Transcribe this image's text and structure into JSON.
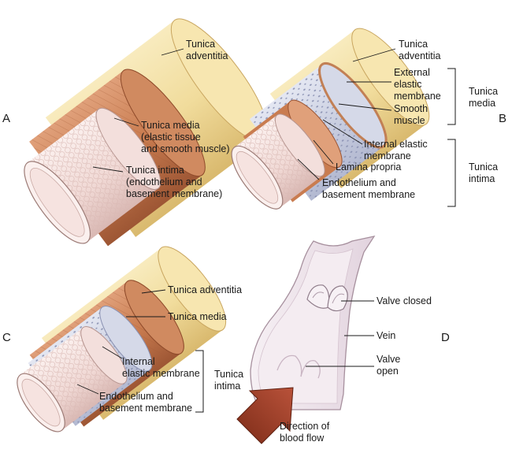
{
  "panels": {
    "a": {
      "letter": "A",
      "adventitia": [
        "Tunica",
        "adventitia"
      ],
      "media": [
        "Tunica media",
        "(elastic tissue",
        "and smooth muscle)"
      ],
      "intima": [
        "Tunica intima",
        "(endothelium and",
        "basement membrane)"
      ]
    },
    "b": {
      "letter": "B",
      "adventitia": [
        "Tunica",
        "adventitia"
      ],
      "external_elastic": [
        "External",
        "elastic",
        "membrane"
      ],
      "smooth_muscle": [
        "Smooth",
        "muscle"
      ],
      "internal_elastic": [
        "Internal elastic",
        "membrane"
      ],
      "lamina_propria": [
        "Lamina propria"
      ],
      "endothelium": [
        "Endothelium and",
        "basement membrane"
      ],
      "group_media": [
        "Tunica",
        "media"
      ],
      "group_intima": [
        "Tunica",
        "intima"
      ]
    },
    "c": {
      "letter": "C",
      "adventitia": [
        "Tunica adventitia"
      ],
      "media": [
        "Tunica media"
      ],
      "internal_elastic": [
        "Internal",
        "elastic membrane"
      ],
      "endothelium": [
        "Endothelium and",
        "basement membrane"
      ],
      "group_intima": [
        "Tunica",
        "intima"
      ]
    },
    "d": {
      "letter": "D",
      "valve_closed": [
        "Valve closed"
      ],
      "vein": [
        "Vein"
      ],
      "valve_open": [
        "Valve",
        "open"
      ],
      "flow": [
        "Direction of",
        "blood flow"
      ]
    }
  },
  "colors": {
    "adventitia": "#f1dc9c",
    "media": "#c97c50",
    "elastic": "#c9cee0",
    "intima": "#f3dfdc",
    "vein": "#efe6ec",
    "arrow": "#9a3a22"
  }
}
